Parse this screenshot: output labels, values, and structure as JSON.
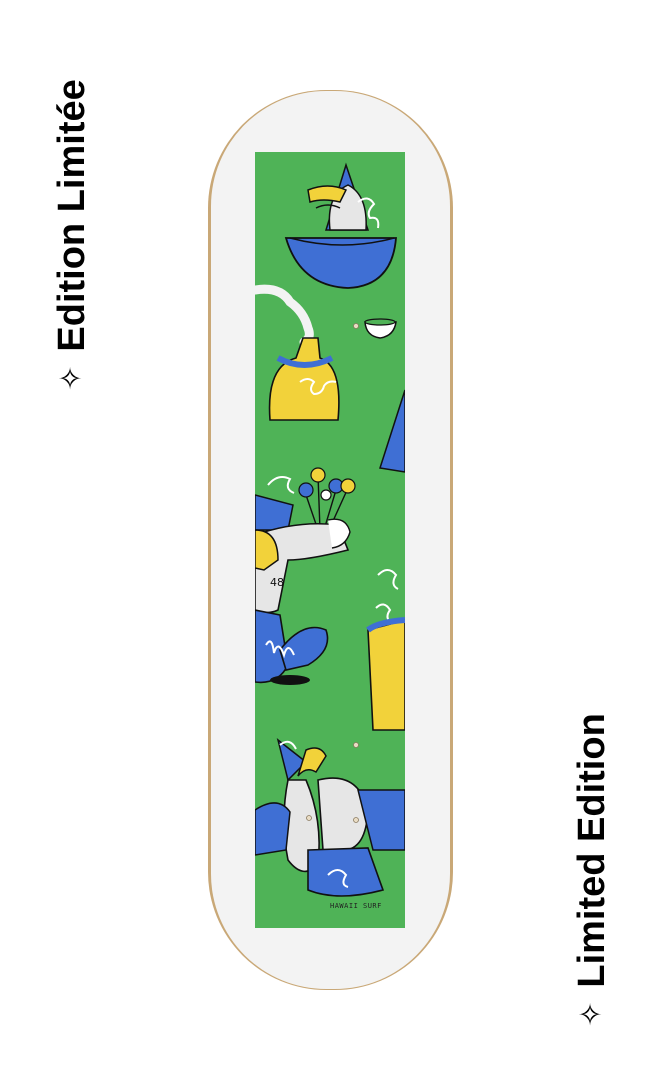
{
  "labels": {
    "left": "Edition Limitée",
    "right": "Limited Edition",
    "star_glyph": "✧"
  },
  "deck": {
    "signature": "HAWAII SURF"
  },
  "colors": {
    "deck_white": "#f3f3f3",
    "deck_edge": "#c9a877",
    "art_green": "#4fb357",
    "art_blue": "#3f6fd4",
    "art_yellow": "#f2d23a",
    "line": "#111111",
    "label_text": "#000000"
  }
}
